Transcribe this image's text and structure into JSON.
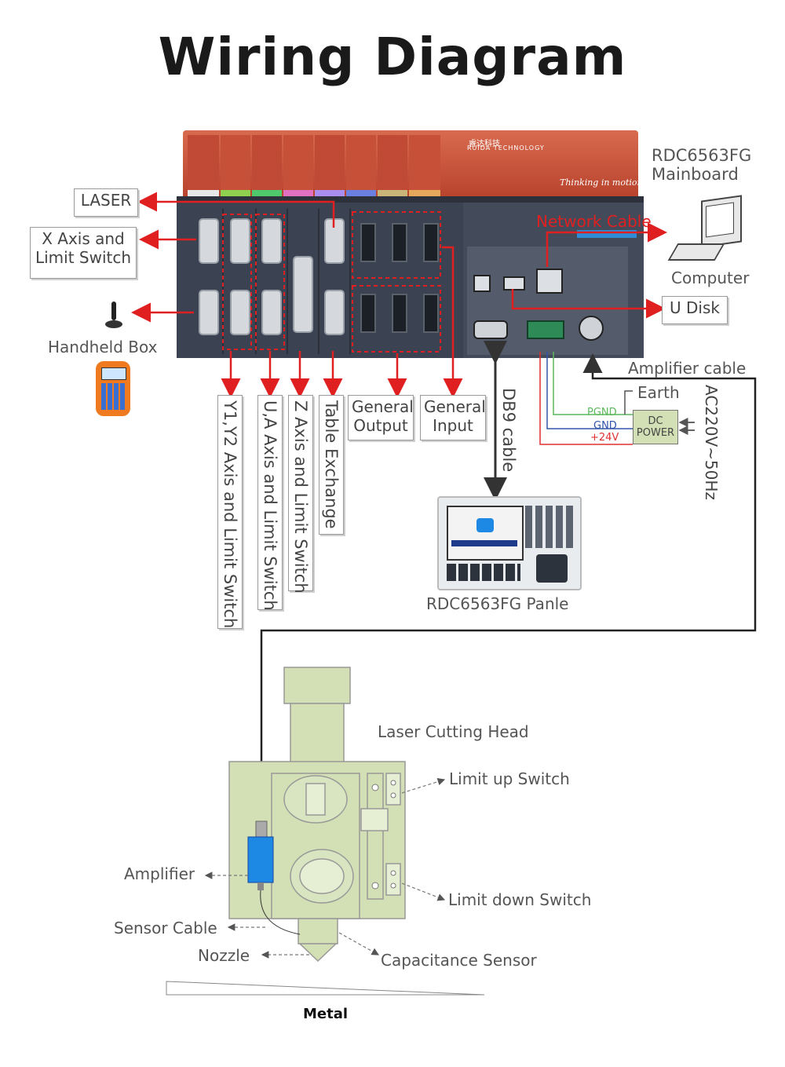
{
  "title": "Wiring Diagram",
  "mainboard": {
    "label": "RDC6563FG\nMainboard",
    "brand_cn": "睿达科技",
    "brand": "RUIDA TECHNOLOGY",
    "slogan": "Thinking in motion",
    "network_label": "Network Cable"
  },
  "left_labels": {
    "laser": "LASER",
    "x_axis": "X Axis and\nLimit Switch",
    "handheld": "Handheld Box"
  },
  "right_labels": {
    "computer": "Computer",
    "udisk": "U Disk",
    "amplifier_cable": "Amplifier cable",
    "earth": "Earth",
    "ac": "AC220V~50Hz",
    "pgnd": "PGND",
    "gnd": "GND",
    "v24": "+24V",
    "dc_power": "DC\nPOWER"
  },
  "bottom_ports": {
    "y_axis": "Y1,Y2 Axis and Limit Switch",
    "ua_axis": "U,A Axis and Limit Switch",
    "z_axis": "Z Axis and Limit Switch",
    "table": "Table Exchange",
    "gen_out": "General\nOutput",
    "gen_in": "General\nInput",
    "db9": "DB9 cable"
  },
  "panel": {
    "label": "RDC6563FG Panle"
  },
  "cutting_head": {
    "title": "Laser Cutting Head",
    "limit_up": "Limit up Switch",
    "limit_down": "Limit down Switch",
    "amplifier": "Amplifier",
    "sensor_cable": "Sensor Cable",
    "nozzle": "Nozzle",
    "capacitance": "Capacitance Sensor",
    "metal": "Metal"
  },
  "colors": {
    "arrow_red": "#e02020",
    "board_red": "#c8553c",
    "board_dark": "#3a4150",
    "head_green": "#d3dfb4",
    "amp_blue": "#1e88e5",
    "pgnd": "#5cb85c",
    "gnd": "#3355aa",
    "v24": "#e03030"
  }
}
